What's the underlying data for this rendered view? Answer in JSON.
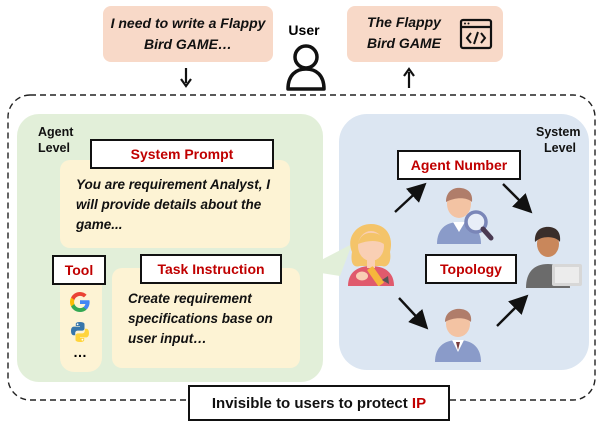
{
  "user_request": "I need to write a Flappy Bird GAME…",
  "user_label": "User",
  "output": "The Flappy Bird GAME",
  "agent_level": [
    "Agent",
    "Level"
  ],
  "system_level": [
    "System",
    "Level"
  ],
  "system_prompt": {
    "label": "System Prompt",
    "text": "You are requirement Analyst, I will provide details about the game..."
  },
  "tool": {
    "label": "Tool",
    "more": "…"
  },
  "task_instruction": {
    "label": "Task Instruction",
    "text": "Create requirement specifications base on user input…"
  },
  "agent_number_label": "Agent Number",
  "topology_label": "Topology",
  "footer": {
    "prefix": "Invisible to users to protect ",
    "highlight": "IP"
  },
  "colors": {
    "agent_panel": "#e2efd9",
    "system_panel": "#dce6f2",
    "bubble": "#f8d9c8",
    "card": "#fdf3d4",
    "accent_red": "#c00000"
  }
}
